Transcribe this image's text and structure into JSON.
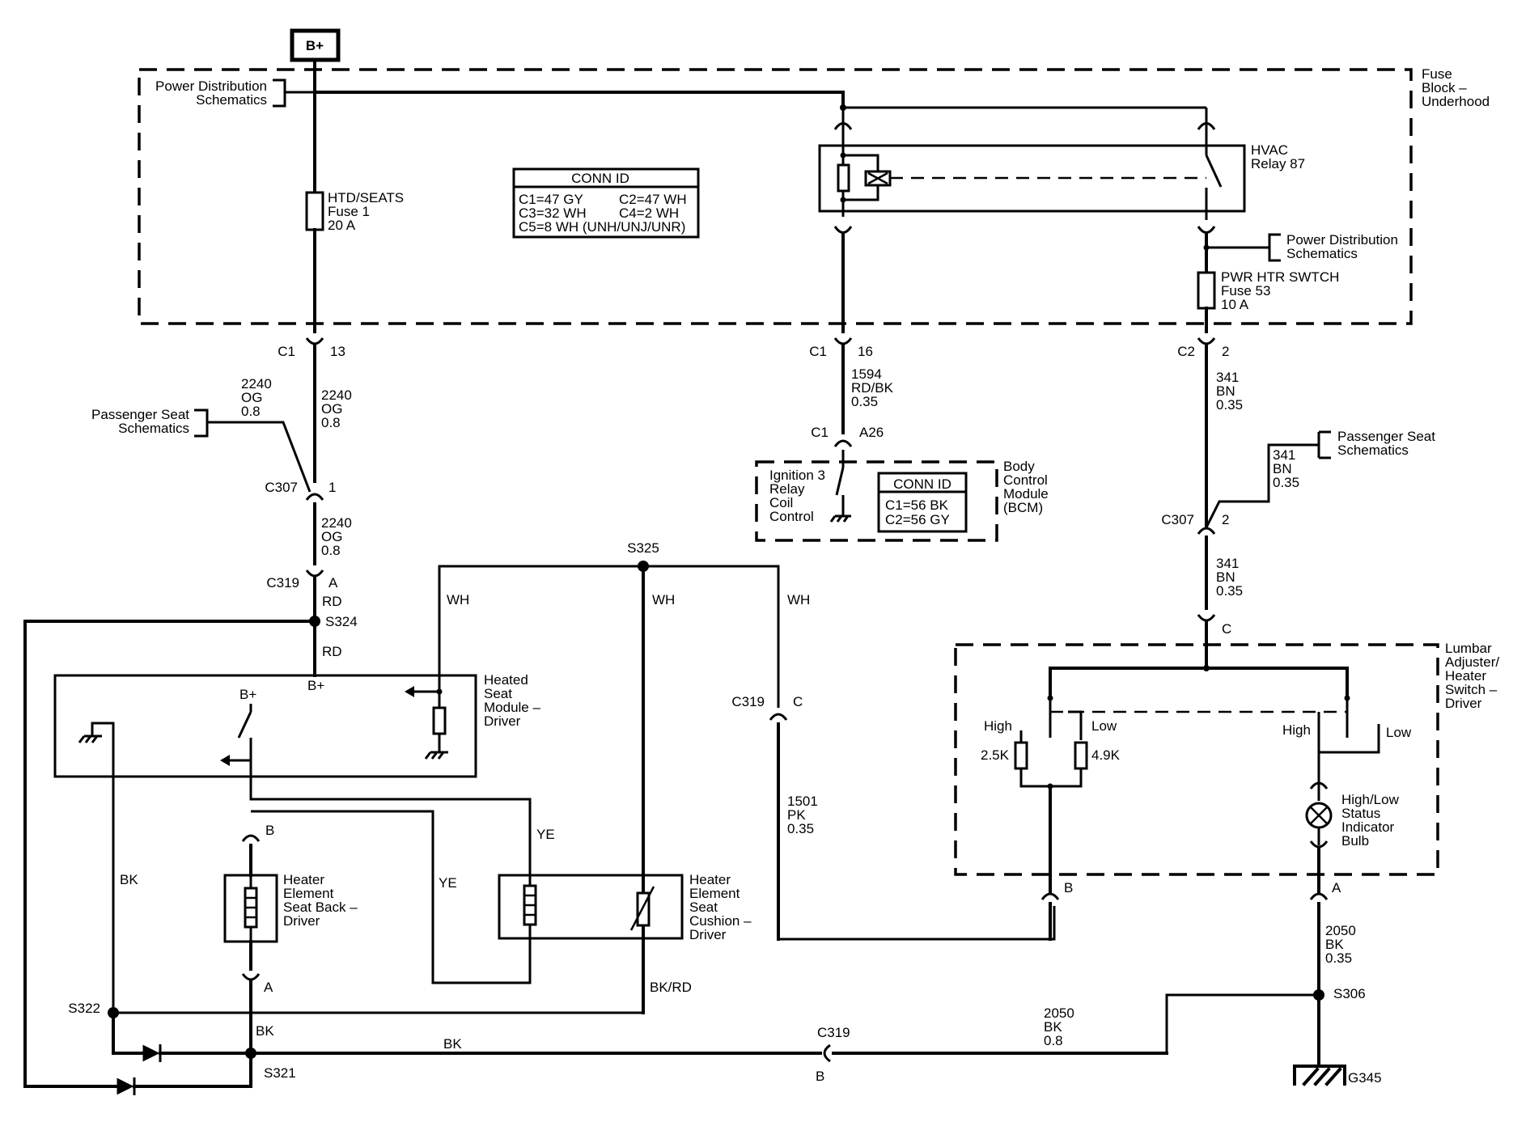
{
  "bplus": "B+",
  "fuse_block": {
    "l1": "Fuse",
    "l2": "Block –",
    "l3": "Underhood"
  },
  "pds1": {
    "l1": "Power Distribution",
    "l2": "Schematics"
  },
  "pds2": {
    "l1": "Power Distribution",
    "l2": "Schematics"
  },
  "fuse1": {
    "l1": "HTD/SEATS",
    "l2": "Fuse 1",
    "l3": "20 A"
  },
  "fuse53": {
    "l1": "PWR HTR SWTCH",
    "l2": "Fuse 53",
    "l3": "10 A"
  },
  "relay": {
    "l1": "HVAC",
    "l2": "Relay 87"
  },
  "conn1": {
    "title": "CONN ID",
    "r1a": "C1=47 GY",
    "r1b": "C2=47 WH",
    "r2a": "C3=32 WH",
    "r2b": "C4=2 WH",
    "r3": "C5=8 WH (UNH/UNJ/UNR)"
  },
  "conn2": {
    "title": "CONN ID",
    "r1": "C1=56 BK",
    "r2": "C2=56 GY"
  },
  "bcm": {
    "l1": "Body",
    "l2": "Control",
    "l3": "Module",
    "l4": "(BCM)"
  },
  "ign": {
    "l1": "Ignition 3",
    "l2": "Relay",
    "l3": "Coil",
    "l4": "Control"
  },
  "pss1": {
    "l1": "Passenger Seat",
    "l2": "Schematics"
  },
  "pss2": {
    "l1": "Passenger Seat",
    "l2": "Schematics"
  },
  "connectors": {
    "c1_13": "C1",
    "p13": "13",
    "c1_16": "C1",
    "p16": "16",
    "c2_2": "C2",
    "p2a": "2",
    "c1_a26": "C1",
    "pa26": "A26",
    "c307_left": "C307",
    "p1": "1",
    "c307_right": "C307",
    "p2b": "2",
    "c319_a": "C319",
    "pa": "A",
    "c319_c": "C319",
    "pc": "C",
    "c319_b": "C319",
    "pb": "B",
    "cc": "C",
    "cb": "B",
    "ca": "A",
    "hb_b": "B",
    "hb_a": "A"
  },
  "wires": {
    "w2240a": {
      "l1": "2240",
      "l2": "OG",
      "l3": "0.8"
    },
    "w2240b": {
      "l1": "2240",
      "l2": "OG",
      "l3": "0.8"
    },
    "w2240c": {
      "l1": "2240",
      "l2": "OG",
      "l3": "0.8"
    },
    "w1594": {
      "l1": "1594",
      "l2": "RD/BK",
      "l3": "0.35"
    },
    "w341a": {
      "l1": "341",
      "l2": "BN",
      "l3": "0.35"
    },
    "w341b": {
      "l1": "341",
      "l2": "BN",
      "l3": "0.35"
    },
    "w341c": {
      "l1": "341",
      "l2": "BN",
      "l3": "0.35"
    },
    "w1501": {
      "l1": "1501",
      "l2": "PK",
      "l3": "0.35"
    },
    "w2050a": {
      "l1": "2050",
      "l2": "BK",
      "l3": "0.35"
    },
    "w2050b": {
      "l1": "2050",
      "l2": "BK",
      "l3": "0.8"
    },
    "rd1": "RD",
    "rd2": "RD",
    "wh1": "WH",
    "wh2": "WH",
    "wh3": "WH",
    "ye1": "YE",
    "ye2": "YE",
    "bk1": "BK",
    "bk2": "BK",
    "bk3": "BK",
    "bkrd": "BK/RD"
  },
  "splices": {
    "s325": "S325",
    "s324": "S324",
    "s322": "S322",
    "s321": "S321",
    "s306": "S306"
  },
  "ground": "G345",
  "hsm": {
    "l1": "Heated",
    "l2": "Seat",
    "l3": "Module –",
    "l4": "Driver",
    "bplus_in": "B+",
    "bplus_sw": "B+"
  },
  "heb": {
    "l1": "Heater",
    "l2": "Element",
    "l3": "Seat Back –",
    "l4": "Driver"
  },
  "hec": {
    "l1": "Heater",
    "l2": "Element",
    "l3": "Seat",
    "l4": "Cushion –",
    "l5": "Driver"
  },
  "lumbar": {
    "l1": "Lumbar",
    "l2": "Adjuster/",
    "l3": "Heater",
    "l4": "Switch –",
    "l5": "Driver",
    "high1": "High",
    "low1": "Low",
    "high2": "High",
    "low2": "Low",
    "r1": "2.5K",
    "r2": "4.9K"
  },
  "bulb": {
    "l1": "High/Low",
    "l2": "Status",
    "l3": "Indicator",
    "l4": "Bulb"
  }
}
